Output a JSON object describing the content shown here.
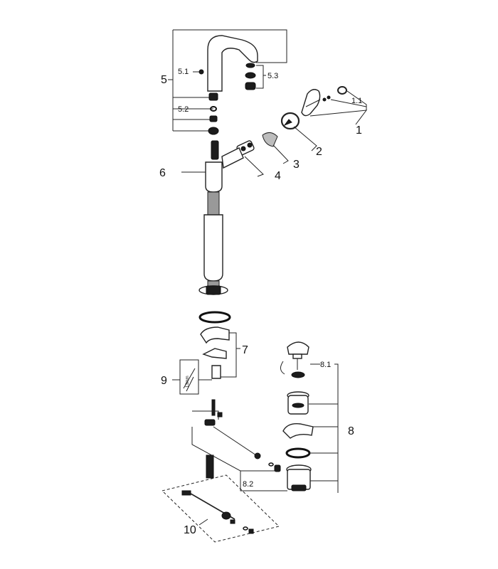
{
  "callouts": {
    "c1": "1",
    "c1_1": "1.1",
    "c2": "2",
    "c3": "3",
    "c4": "4",
    "c5": "5",
    "c5_1": "5.1",
    "c5_2": "5.2",
    "c5_3": "5.3",
    "c6": "6",
    "c7": "7",
    "c8": "8",
    "c8_1": "8.1",
    "c8_2": "8.2",
    "c9": "9",
    "c9_dim": "13mm",
    "c10": "10"
  }
}
